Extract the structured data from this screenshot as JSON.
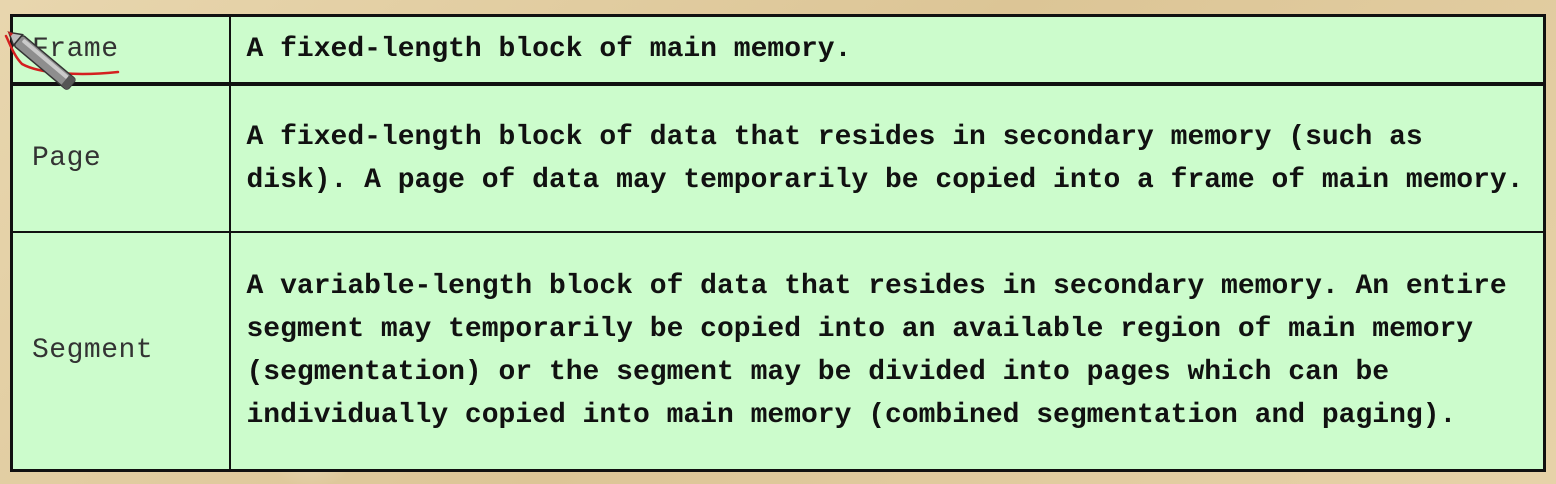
{
  "table": {
    "rows": [
      {
        "term": "Frame",
        "description": "A fixed-length block of main memory."
      },
      {
        "term": "Page",
        "description": "A fixed-length block of data that resides in secondary memory (such as disk). A page of data may temporarily be copied into a frame of main memory."
      },
      {
        "term": "Segment",
        "description": "A variable-length block of data that resides in secondary memory. An entire segment may temporarily be copied into an available region of main memory (segmentation) or the segment may be divided into pages which can be individually copied into main memory (combined segmentation and paging)."
      }
    ]
  },
  "colors": {
    "table_background": "#ccfccc",
    "border": "#111111",
    "page_background": "#e4cfa2",
    "annotation_stroke": "#d42020"
  },
  "icons": {
    "pen_cursor": "pen-cursor-icon"
  }
}
